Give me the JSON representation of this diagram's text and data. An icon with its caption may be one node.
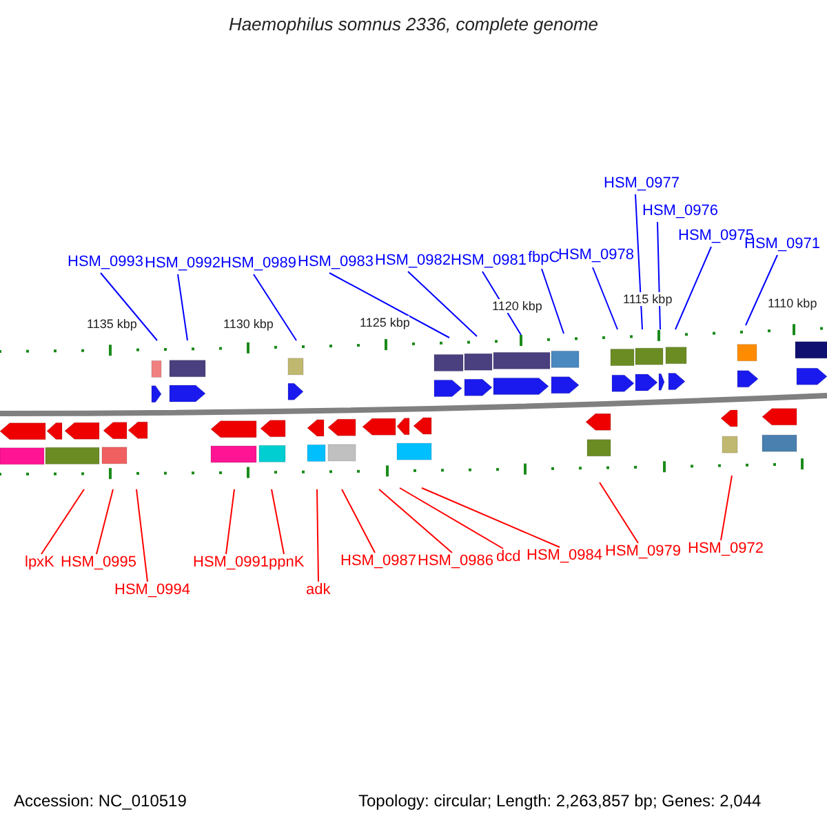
{
  "diagram": {
    "title": "Haemophilus somnus 2336, complete genome",
    "nodes": [
      {
        "text": [
          "HSM_0993"
        ]
      },
      {
        "text": [
          "HSM_0992"
        ]
      },
      {
        "text": [
          "HSM_0989"
        ]
      },
      {
        "text": [
          "HSM_0983"
        ]
      },
      {
        "text": [
          "HSM_0982"
        ]
      },
      {
        "text": [
          "HSM_0981"
        ]
      },
      {
        "text": [
          "fbpC"
        ]
      },
      {
        "text": [
          "HSM_0978"
        ]
      },
      {
        "text": [
          "HSM_0977"
        ]
      },
      {
        "text": [
          "HSM_0976"
        ]
      },
      {
        "text": [
          "HSM_0975"
        ]
      },
      {
        "text": [
          "HSM_0971"
        ]
      },
      {
        "text": [
          "lpxK"
        ]
      },
      {
        "text": [
          "HSM_0995"
        ]
      },
      {
        "text": [
          "HSM_0994"
        ]
      },
      {
        "text": [
          "HSM_0991"
        ]
      },
      {
        "text": [
          "ppnK"
        ]
      },
      {
        "text": [
          "adk"
        ]
      },
      {
        "text": [
          "HSM_0987"
        ]
      },
      {
        "text": [
          "HSM_0986"
        ]
      },
      {
        "text": [
          "dcd"
        ]
      },
      {
        "text": [
          "HSM_0984"
        ]
      },
      {
        "text": [
          "HSM_0979"
        ]
      },
      {
        "text": [
          "HSM_0972"
        ]
      }
    ],
    "edges": [
      {
        "from": 0,
        "to": null,
        "arrow": "none",
        "color": "#0000ff"
      },
      {
        "from": 1,
        "to": null,
        "arrow": "none",
        "color": "#0000ff"
      },
      {
        "from": 2,
        "to": null,
        "arrow": "none",
        "color": "#0000ff"
      },
      {
        "from": 3,
        "to": null,
        "arrow": "none",
        "color": "#0000ff"
      },
      {
        "from": 4,
        "to": null,
        "arrow": "none",
        "color": "#0000ff"
      },
      {
        "from": 5,
        "to": null,
        "arrow": "none",
        "color": "#0000ff"
      },
      {
        "from": 6,
        "to": null,
        "arrow": "none",
        "color": "#0000ff"
      },
      {
        "from": 7,
        "to": null,
        "arrow": "none",
        "color": "#0000ff"
      },
      {
        "from": 8,
        "to": null,
        "arrow": "none",
        "color": "#0000ff"
      },
      {
        "from": 9,
        "to": null,
        "arrow": "none",
        "color": "#0000ff"
      },
      {
        "from": 10,
        "to": null,
        "arrow": "none",
        "color": "#0000ff"
      },
      {
        "from": 11,
        "to": null,
        "arrow": "none",
        "color": "#0000ff"
      },
      {
        "from": 12,
        "to": null,
        "arrow": "none",
        "color": "#ff0000"
      },
      {
        "from": 13,
        "to": null,
        "arrow": "none",
        "color": "#ff0000"
      },
      {
        "from": 14,
        "to": null,
        "arrow": "none",
        "color": "#ff0000"
      },
      {
        "from": 15,
        "to": null,
        "arrow": "none",
        "color": "#ff0000"
      },
      {
        "from": 16,
        "to": null,
        "arrow": "none",
        "color": "#ff0000"
      },
      {
        "from": 17,
        "to": null,
        "arrow": "none",
        "color": "#ff0000"
      },
      {
        "from": 18,
        "to": null,
        "arrow": "none",
        "color": "#ff0000"
      },
      {
        "from": 19,
        "to": null,
        "arrow": "none",
        "color": "#ff0000"
      },
      {
        "from": 20,
        "to": null,
        "arrow": "none",
        "color": "#ff0000"
      },
      {
        "from": 21,
        "to": null,
        "arrow": "none",
        "color": "#ff0000"
      },
      {
        "from": 22,
        "to": null,
        "arrow": "none",
        "color": "#ff0000"
      },
      {
        "from": 23,
        "to": null,
        "arrow": "none",
        "color": "#ff0000"
      }
    ],
    "labels": [
      "1135 kbp",
      "1130 kbp",
      "1125 kbp",
      "1120 kbp",
      "1115 kbp",
      "1110 kbp",
      "Accession: NC_010519",
      "Topology: circular; Length: 2,263,857 bp; Genes: 2,044"
    ]
  }
}
